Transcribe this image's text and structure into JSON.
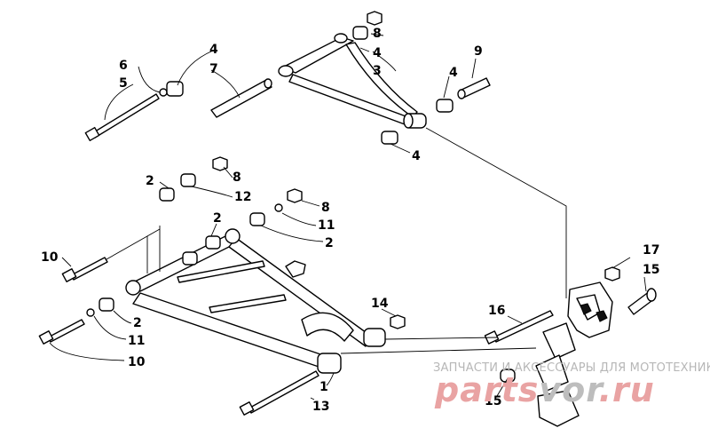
{
  "callouts": {
    "c_6": "6",
    "c_5": "5",
    "c_4a": "4",
    "c_7": "7",
    "c_8a": "8",
    "c_4b": "4",
    "c_3": "3",
    "c_9": "9",
    "c_4c": "4",
    "c_4d": "4",
    "c_2a": "2",
    "c_8b": "8",
    "c_12": "12",
    "c_8c": "8",
    "c_2b": "2",
    "c_11a": "11",
    "c_2c": "2",
    "c_10a": "10",
    "c_2d": "2",
    "c_11b": "11",
    "c_10b": "10",
    "c_14": "14",
    "c_1": "1",
    "c_13": "13",
    "c_17": "17",
    "c_15a": "15",
    "c_16": "16",
    "c_15b": "15"
  },
  "watermark": {
    "tagline": "ЗАПЧАСТИ И АКСЕССУАРЫ ДЛЯ МОТОТЕХНИКИ",
    "logo_part1": "parts",
    "logo_part2": "vor",
    "logo_part3": ".ru",
    "logo_colors": [
      "#e9a3a3",
      "#bdbdbd",
      "#e9a3a3"
    ]
  }
}
